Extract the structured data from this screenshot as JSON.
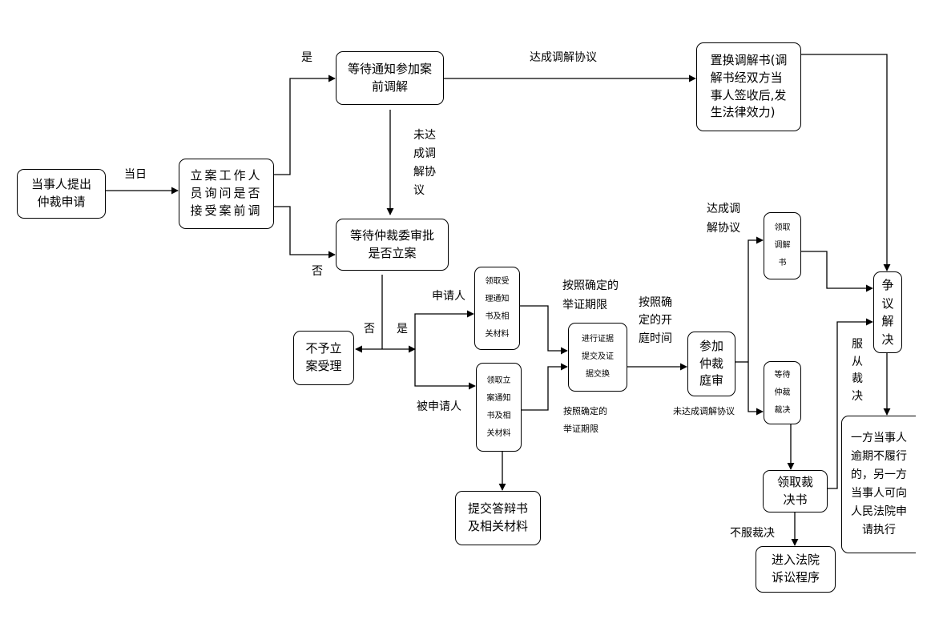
{
  "nodes": {
    "apply": "当事人提出\n仲裁申请",
    "inquiry": "立案工作人\n员询问是否\n接受案前调",
    "wait_mediation": "等待通知参加案\n前调解",
    "replace_doc": "置换调解书(调\n解书经双方当\n事人签收后,发\n生法律效力)",
    "wait_approval": "等待仲裁委审批\n是否立案",
    "reject": "不予立\n案受理",
    "applicant_docs": "领取受\n理通知\n书及相\n关材料",
    "respondent_docs": "领取立\n案通知\n书及相\n关材料",
    "submit_defense": "提交答辩书\n及相关材料",
    "evidence": "进行证据\n提交及证\n据交换",
    "hearing": "参加\n仲裁\n庭审",
    "get_mediation": "领取\n调解\n书",
    "await_award": "等待\n仲裁\n裁决",
    "get_award": "领取裁\n决书",
    "dispute_resolved": "争\n议\n解\n决",
    "court_exec": "一方当事人\n逾期不履行\n的，另一方\n当事人可向\n人民法院申\n请执行",
    "lawsuit": "进入法院\n诉讼程序"
  },
  "labels": {
    "same_day": "当日",
    "yes_top": "是",
    "no_left": "否",
    "agreement_top": "达成调解协议",
    "not_agreed": "未达\n成调\n解协\n议",
    "no_mid": "否",
    "yes_mid": "是",
    "applicant": "申请人",
    "respondent": "被申请人",
    "evidence_period_top": "按照确定的\n举证期限",
    "evidence_period_bottom": "按照确定的\n举证期限",
    "hearing_time": "按照确\n定的开\n庭时间",
    "agreement_right": "达成调\n解协议",
    "not_agreed_bottom": "未达成调解协议",
    "obey_award": "服\n从\n裁\n决",
    "disobey": "不服裁决"
  }
}
